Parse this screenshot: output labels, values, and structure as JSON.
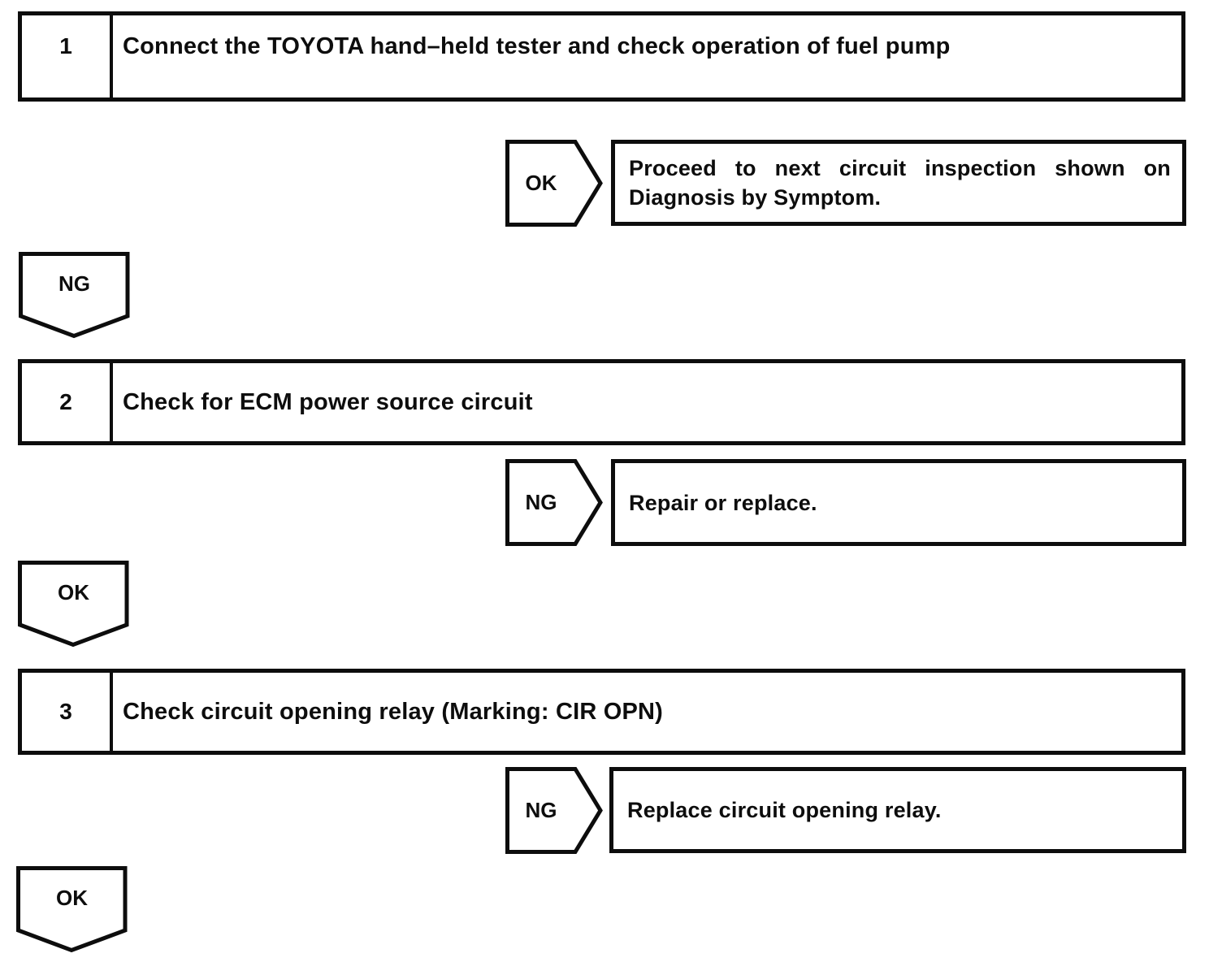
{
  "colors": {
    "ink": "#0d0d0d",
    "paper": "#ffffff"
  },
  "flowchart": {
    "steps": [
      {
        "number": "1",
        "title": "Connect the TOYOTA hand–held tester and check operation of fuel pump",
        "branch_label": "OK",
        "result_lines": [
          "Proceed to next circuit inspection shown on",
          "Diagnosis by Symptom."
        ],
        "continue_label": "NG"
      },
      {
        "number": "2",
        "title": "Check for ECM power source circuit",
        "branch_label": "NG",
        "result_lines": [
          "Repair or replace."
        ],
        "continue_label": "OK"
      },
      {
        "number": "3",
        "title": "Check circuit opening relay (Marking: CIR OPN)",
        "branch_label": "NG",
        "result_lines": [
          "Replace circuit opening relay."
        ],
        "continue_label": "OK"
      }
    ]
  }
}
